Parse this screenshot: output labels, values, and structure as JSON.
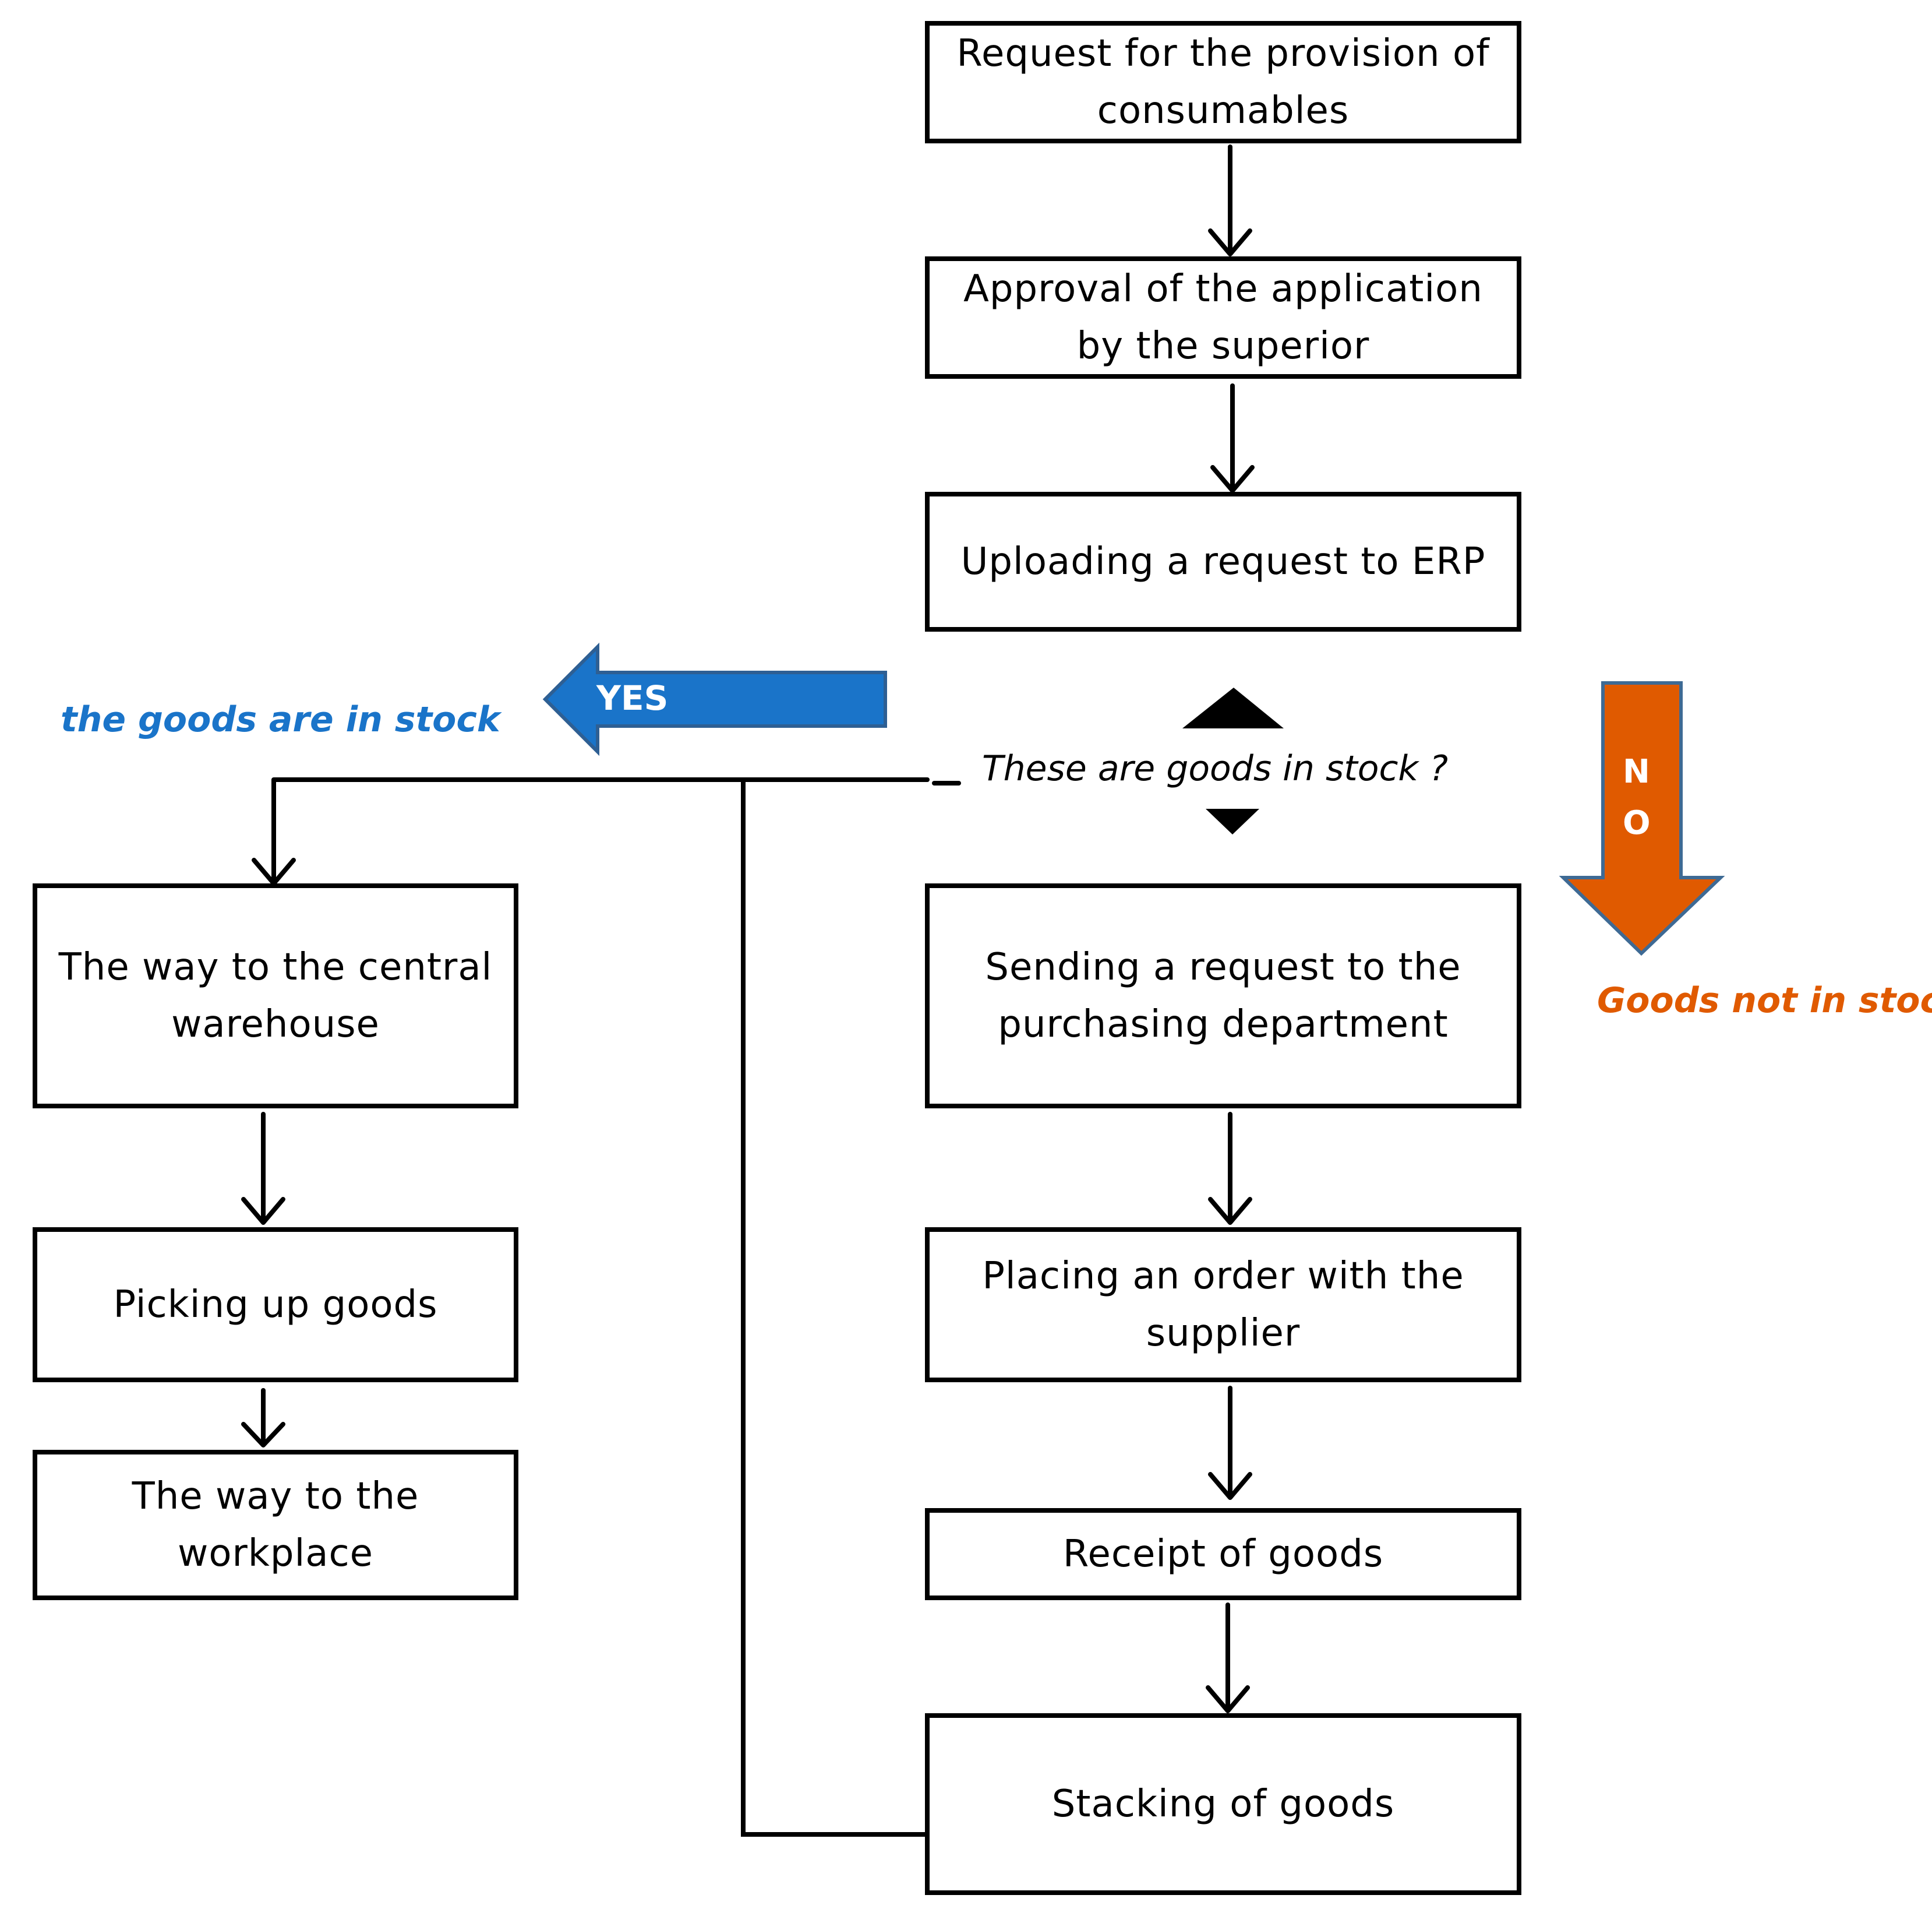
{
  "boxes": {
    "request": "Request for the provision of consumables",
    "approval": "Approval of the application by the superior",
    "uploading": "Uploading a request to ERP",
    "sending": "Sending a request to the purchasing department",
    "placing": "Placing an order with the supplier",
    "receipt": "Receipt of goods",
    "stacking": "Stacking of goods",
    "central": "The way to the central warehouse",
    "picking": "Picking up goods",
    "workplace": "The way to the workplace"
  },
  "decision": {
    "question": "These are goods in stock ?"
  },
  "branches": {
    "yes_arrow_text": "YES",
    "yes_label": "the goods are in stock",
    "no_arrow_text_1": "N",
    "no_arrow_text_2": "O",
    "no_label": "Goods not in stock"
  },
  "colors": {
    "yes": "#1a74c9",
    "yes_stroke": "#2e5f93",
    "no": "#e05a00",
    "no_stroke": "#3e6a94",
    "line": "#000000"
  }
}
